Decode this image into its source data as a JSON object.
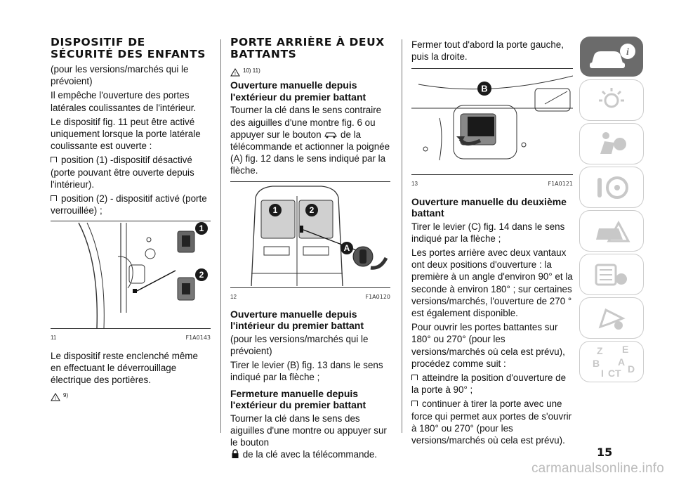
{
  "col1": {
    "title1": "DISPOSITIF DE",
    "title2": "SÉCURITÉ DES ENFANTS",
    "p1": "(pour les versions/marchés qui le prévoient)",
    "p2": "Il empêche l'ouverture des portes latérales coulissantes de l'intérieur.",
    "p3": "Le dispositif fig. 11 peut être activé uniquement lorsque la porte latérale coulissante est ouverte :",
    "b1": "position (1) -dispositif désactivé (porte pouvant être ouverte depuis l'intérieur).",
    "b2": "position (2) - dispositif activé (porte verrouillée) ;",
    "fig_num": "11",
    "fig_code": "F1A0143",
    "fig_callouts": [
      "1",
      "2"
    ],
    "p4": "Le dispositif reste enclenché même en effectuant le déverrouillage électrique des portières.",
    "warn": "9)"
  },
  "col2": {
    "title1": "PORTE ARRIÈRE À DEUX",
    "title2": "BATTANTS",
    "warn": "10)  11)",
    "h1": "Ouverture manuelle depuis l'extérieur du premier battant",
    "p1a": "Tourner la clé dans le sens contraire des aiguilles d'une montre fig. 6 ou appuyer sur le bouton",
    "p1b": "de la télécommande et actionner la poignée (A) fig. 12 dans le sens indiqué par la flèche.",
    "fig_num": "12",
    "fig_code": "F1A0120",
    "fig_callouts": [
      "1",
      "2",
      "A"
    ],
    "h2": "Ouverture manuelle depuis l'intérieur du premier battant",
    "p2": "(pour les versions/marchés qui le prévoient)",
    "p3": "Tirer le levier (B) fig. 13 dans le sens indiqué par la flèche ;",
    "h3": "Fermeture manuelle depuis l'extérieur du premier battant",
    "p4a": "Tourner la clé dans le sens des aiguilles d'une montre ou appuyer sur le bouton",
    "p4b": "de la clé avec la télécommande."
  },
  "col3": {
    "p1": "Fermer tout d'abord la porte gauche, puis la droite.",
    "fig_num": "13",
    "fig_code": "F1A0121",
    "fig_callouts": [
      "B"
    ],
    "h1": "Ouverture manuelle du deuxième battant",
    "p2": "Tirer le levier (C) fig. 14 dans le sens indiqué par la flèche ;",
    "p3": "Les portes arrière avec deux vantaux ont deux positions d'ouverture : la première à un angle d'environ 90° et la seconde à environ 180° ; sur certaines versions/marchés, l'ouverture de 270 ° est également disponible.",
    "p4": "Pour ouvrir les portes battantes sur 180° ou 270° (pour les versions/marchés où cela est prévu), procédez comme suit :",
    "b1": "atteindre la position d'ouverture de la porte à 90° ;",
    "b2": "continuer à tirer la porte avec une force qui permet aux portes de s'ouvrir à 180° ou 270° (pour les versions/marchés où cela est prévu)."
  },
  "sidebar": {
    "tabs": [
      "car-info-icon",
      "warning-lights-icon",
      "safety-airbag-icon",
      "starting-driving-icon",
      "emergency-icon",
      "maintenance-icon",
      "multimedia-icon",
      "index-icon"
    ],
    "index_letters": [
      "Z",
      "E",
      "B",
      "A",
      "I",
      "C",
      "T",
      "D"
    ]
  },
  "page_number": "15",
  "watermark": "carmanualsonline.info",
  "colors": {
    "tab_active": "#6b6b6b",
    "tab_icon": "#c8c8c8"
  }
}
